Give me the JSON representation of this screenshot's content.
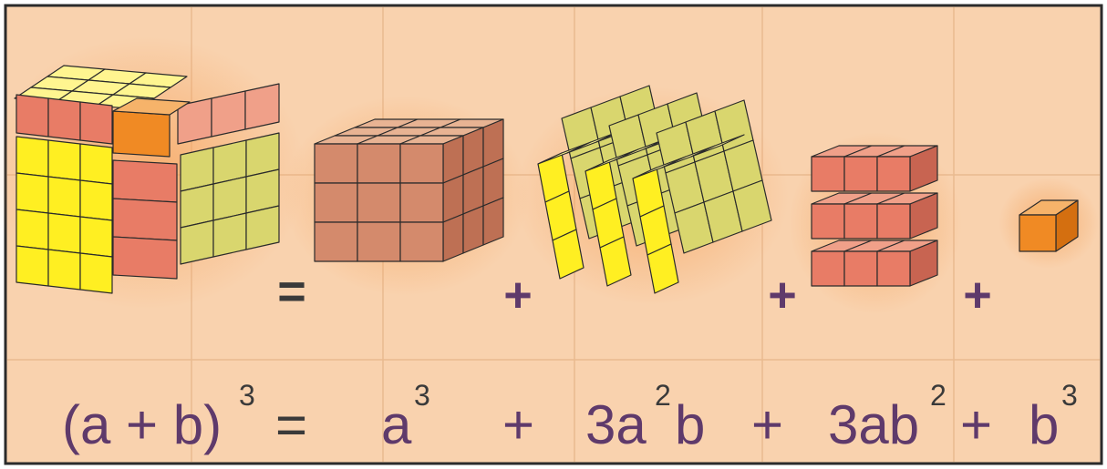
{
  "colors": {
    "background": "#f9d2ae",
    "grid": "#e9b98f",
    "border": "#2b2b2b",
    "glow": "#f6a25a",
    "red_face": "#e87c66",
    "red_top": "#f0a089",
    "red_side": "#c86451",
    "yellow_face": "#ffef22",
    "yellow_top": "#fff590",
    "khaki_face": "#d9d66e",
    "khaki_top": "#ece9a0",
    "salmon_face": "#d48a6c",
    "salmon_top": "#e8b393",
    "salmon_side": "#be7054",
    "orange_face": "#f08a24",
    "orange_top": "#f6b36a",
    "orange_side": "#d46f10",
    "text_dark": "#3a3a3a",
    "text_purple": "#5f3a6b"
  },
  "diagram": {
    "operators": [
      "=",
      "+",
      "+",
      "+"
    ],
    "pieces": [
      {
        "name": "whole-cube",
        "icon": "cube-3x3x3-icon"
      },
      {
        "name": "a-cubed-block",
        "icon": "cube-a3-icon"
      },
      {
        "name": "three-a2b-slabs",
        "icon": "slabs-3a2b-icon"
      },
      {
        "name": "three-ab2-rods",
        "icon": "rods-3ab2-icon"
      },
      {
        "name": "b-cubed-block",
        "icon": "cube-b3-icon"
      }
    ]
  },
  "equation": {
    "lhs_base": "(a + b)",
    "lhs_exp": "3",
    "equals": "=",
    "t1_base": "a",
    "t1_exp": "3",
    "plus1": "+",
    "t2_coef": "3a",
    "t2_exp": "2",
    "t2_rest": "b",
    "plus2": "+",
    "t3_base": "3ab",
    "t3_exp": "2",
    "plus3": "+",
    "t4_base": "b",
    "t4_exp": "3"
  }
}
